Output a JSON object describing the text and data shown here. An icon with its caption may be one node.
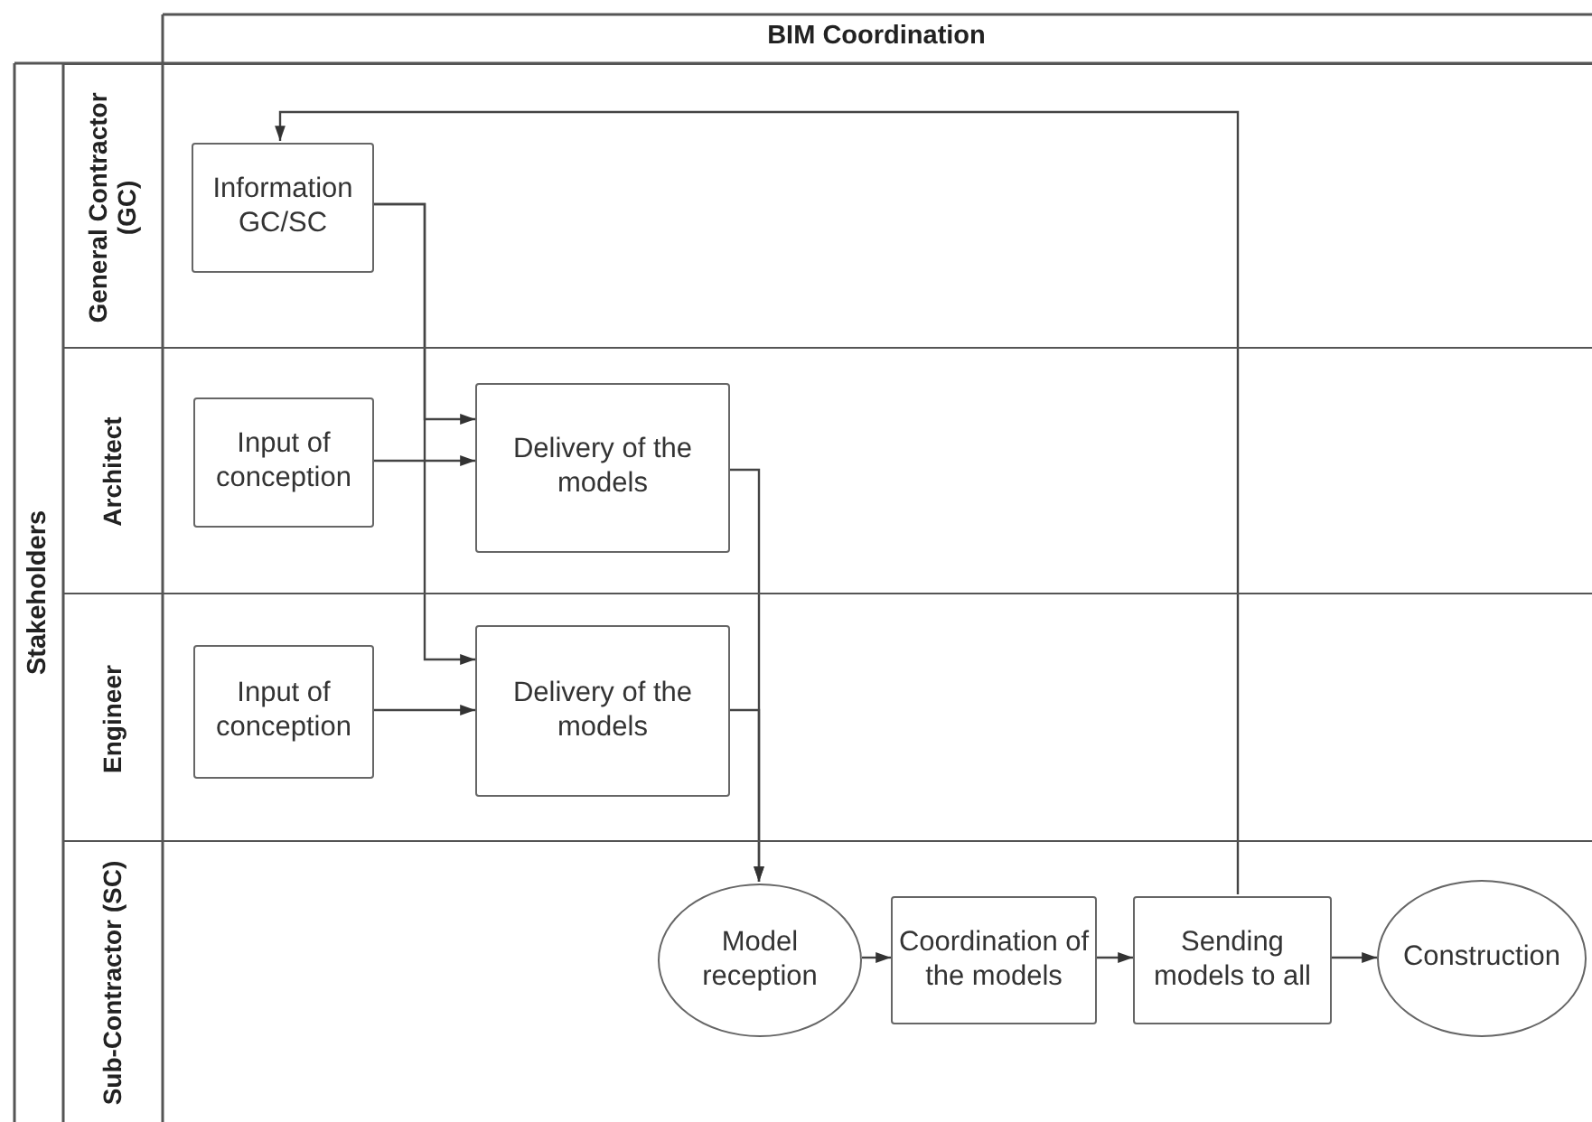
{
  "diagram": {
    "nodes": [
      {
        "text": [
          "General Contractor (GC)"
        ]
      },
      {
        "text": [
          "Information GC/SC"
        ],
        "in": 0
      },
      {
        "text": [
          "Architect"
        ]
      },
      {
        "text": [
          "Input of conception"
        ],
        "in": 2
      },
      {
        "text": [
          "Delivery of the models"
        ],
        "in": 2
      },
      {
        "text": [
          "Engineer"
        ]
      },
      {
        "text": [
          "Input of conception"
        ],
        "in": 5
      },
      {
        "text": [
          "Delivery of the models"
        ],
        "in": 5
      },
      {
        "text": [
          "Sub-Contractor (SC)"
        ]
      },
      {
        "text": [
          "Model reception"
        ],
        "in": 8
      },
      {
        "text": [
          "Coordination of the models"
        ],
        "in": 8
      },
      {
        "text": [
          "Sending models to all"
        ],
        "in": 8
      },
      {
        "text": [
          "Construction"
        ],
        "in": 8
      }
    ],
    "edges": [
      {
        "from": 1,
        "to": 4,
        "arrow": "to"
      },
      {
        "from": 1,
        "to": 7,
        "arrow": "to"
      },
      {
        "from": 3,
        "to": 4,
        "arrow": "to"
      },
      {
        "from": 6,
        "to": 7,
        "arrow": "to"
      },
      {
        "from": 4,
        "to": 9,
        "arrow": "to"
      },
      {
        "from": 7,
        "to": 9,
        "arrow": "to"
      },
      {
        "from": 9,
        "to": 10,
        "arrow": "to"
      },
      {
        "from": 10,
        "to": 11,
        "arrow": "to"
      },
      {
        "from": 11,
        "to": 12,
        "arrow": "to"
      },
      {
        "from": 11,
        "to": 1,
        "arrow": "to"
      }
    ],
    "labels": [
      "BIM Coordination",
      "Stakeholders"
    ]
  }
}
